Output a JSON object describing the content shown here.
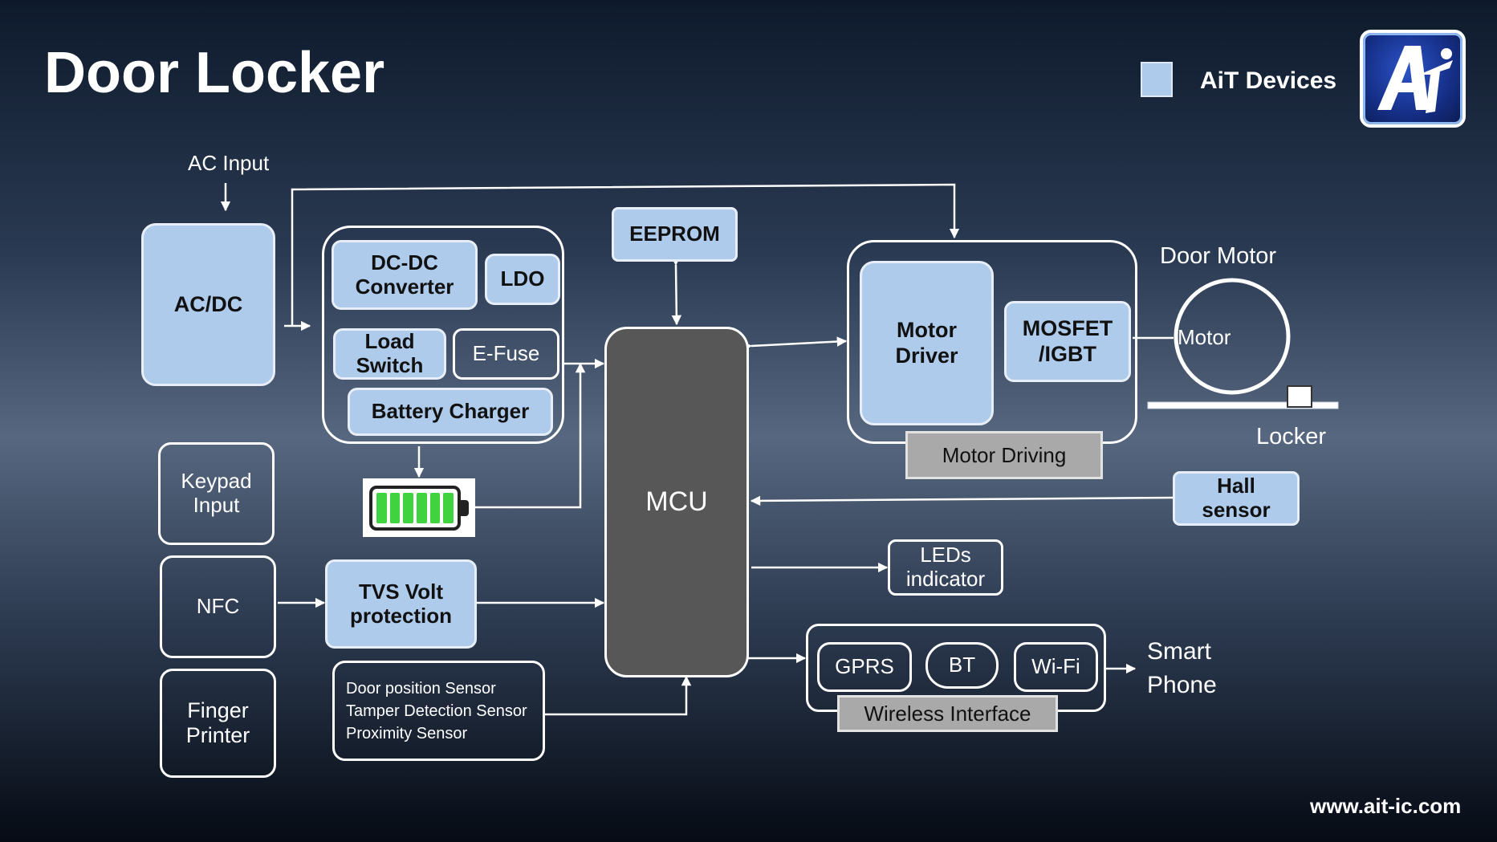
{
  "title": "Door Locker",
  "legend": {
    "label": "AiT Devices",
    "color": "#aecbec"
  },
  "logo": {
    "text": "AiT"
  },
  "website": "www.ait-ic.com",
  "labels": {
    "ac_input": "AC Input",
    "door_motor": "Door Motor",
    "locker": "Locker",
    "smart_phone_1": "Smart",
    "smart_phone_2": "Phone"
  },
  "blocks": {
    "acdc": "AC/DC",
    "dcdc": [
      "DC-DC",
      "Converter"
    ],
    "ldo": "LDO",
    "load_switch": [
      "Load",
      "Switch"
    ],
    "efuse": "E-Fuse",
    "battery_charger": "Battery Charger",
    "eeprom": "EEPROM",
    "mcu": "MCU",
    "motor_driver": [
      "Motor",
      "Driver"
    ],
    "mosfet": [
      "MOSFET",
      "/IGBT"
    ],
    "motor": "Motor",
    "motor_driving": "Motor Driving",
    "hall_sensor": [
      "Hall",
      "sensor"
    ],
    "leds": [
      "LEDs",
      "indicator"
    ],
    "keypad": [
      "Keypad",
      "Input"
    ],
    "nfc": "NFC",
    "tvs": [
      "TVS Volt",
      "protection"
    ],
    "finger": [
      "Finger",
      "Printer"
    ],
    "sensors": [
      "Door position Sensor",
      "Tamper Detection Sensor",
      "Proximity Sensor"
    ],
    "gprs": "GPRS",
    "bt": "BT",
    "wifi": "Wi-Fi",
    "wireless": "Wireless Interface"
  },
  "colors": {
    "ait_device": "#aecbec",
    "mcu": "#575757",
    "battery": "#3fd33f",
    "gray_label": "#a9a9a9"
  }
}
